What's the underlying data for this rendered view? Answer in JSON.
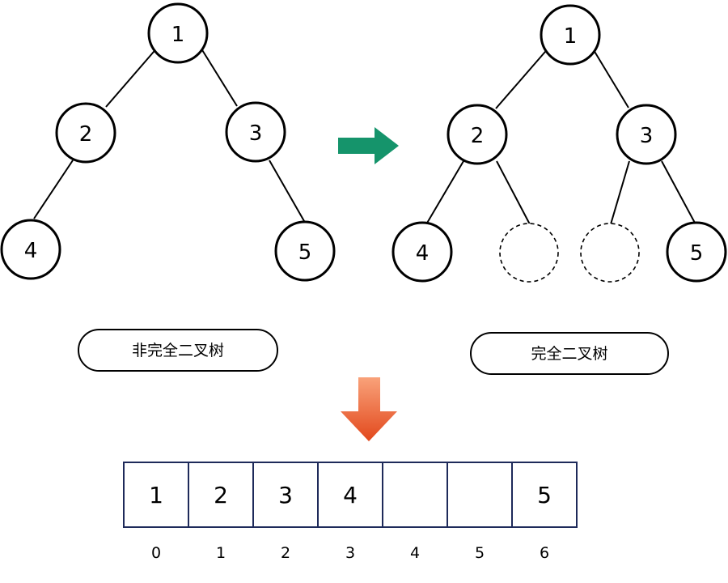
{
  "left_tree": {
    "nodes": [
      {
        "id": "n1",
        "label": "1"
      },
      {
        "id": "n2",
        "label": "2"
      },
      {
        "id": "n3",
        "label": "3"
      },
      {
        "id": "n4",
        "label": "4"
      },
      {
        "id": "n5",
        "label": "5"
      }
    ],
    "caption": "非完全二叉树"
  },
  "right_tree": {
    "nodes": [
      {
        "id": "m1",
        "label": "1"
      },
      {
        "id": "m2",
        "label": "2"
      },
      {
        "id": "m3",
        "label": "3"
      },
      {
        "id": "m4",
        "label": "4"
      },
      {
        "id": "m6",
        "label": ""
      },
      {
        "id": "m7",
        "label": ""
      },
      {
        "id": "m5",
        "label": "5"
      }
    ],
    "caption": "完全二叉树"
  },
  "array": {
    "cells": [
      "1",
      "2",
      "3",
      "4",
      "",
      "",
      "5"
    ],
    "indices": [
      "0",
      "1",
      "2",
      "3",
      "4",
      "5",
      "6"
    ]
  },
  "colors": {
    "green_arrow": "#15946b",
    "orange_arrow_top": "#f9a27a",
    "orange_arrow_bottom": "#e2481c",
    "array_border": "#1e2a5a"
  }
}
